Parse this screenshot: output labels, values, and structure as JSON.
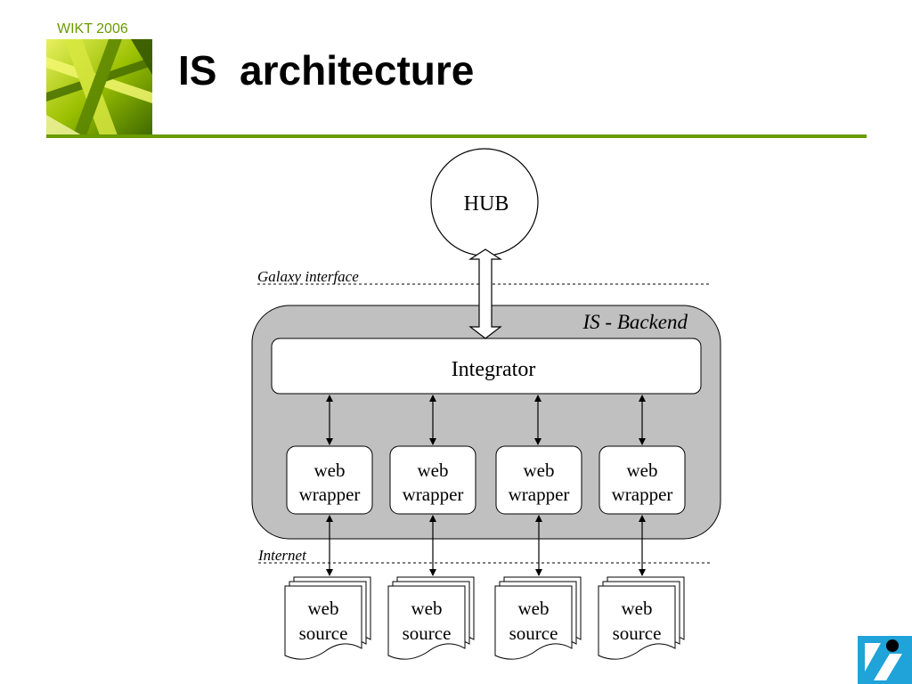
{
  "header": {
    "conference": "WIKT 2006",
    "title": "IS  architecture"
  },
  "diagram": {
    "hub": "HUB",
    "galaxy_interface": "Galaxy interface",
    "backend_label": "IS - Backend",
    "integrator": "Integrator",
    "internet": "Internet",
    "wrappers": [
      {
        "line1": "web",
        "line2": "wrapper"
      },
      {
        "line1": "web",
        "line2": "wrapper"
      },
      {
        "line1": "web",
        "line2": "wrapper"
      },
      {
        "line1": "web",
        "line2": "wrapper"
      }
    ],
    "sources": [
      {
        "line1": "web",
        "line2": "source"
      },
      {
        "line1": "web",
        "line2": "source"
      },
      {
        "line1": "web",
        "line2": "source"
      },
      {
        "line1": "web",
        "line2": "source"
      }
    ]
  },
  "colors": {
    "accent": "#6a9a00",
    "backend_fill": "#c0c0c0",
    "brand": "#1fa3d8"
  }
}
